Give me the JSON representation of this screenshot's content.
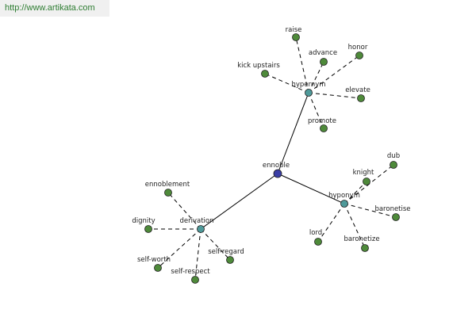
{
  "banner": {
    "url_text": "http://www.artikata.com"
  },
  "colors": {
    "center_node": "#3a3ea6",
    "hub_node": "#4f9a9a",
    "leaf_node": "#4e8a3a",
    "edge": "#000000"
  },
  "graph": {
    "center": {
      "id": "ennoble",
      "label": "ennoble"
    },
    "hubs": [
      {
        "id": "hypernym",
        "label": "hypernym"
      },
      {
        "id": "hyponym",
        "label": "hyponym"
      },
      {
        "id": "derivation",
        "label": "derivation"
      }
    ],
    "leaves": [
      {
        "id": "raise",
        "label": "raise",
        "hub": "hypernym"
      },
      {
        "id": "advance",
        "label": "advance",
        "hub": "hypernym"
      },
      {
        "id": "honor",
        "label": "honor",
        "hub": "hypernym"
      },
      {
        "id": "kick-upstairs",
        "label": "kick upstairs",
        "hub": "hypernym"
      },
      {
        "id": "elevate",
        "label": "elevate",
        "hub": "hypernym"
      },
      {
        "id": "promote",
        "label": "promote",
        "hub": "hypernym"
      },
      {
        "id": "dub",
        "label": "dub",
        "hub": "hyponym"
      },
      {
        "id": "knight",
        "label": "knight",
        "hub": "hyponym"
      },
      {
        "id": "baronetise",
        "label": "baronetise",
        "hub": "hyponym"
      },
      {
        "id": "lord",
        "label": "lord",
        "hub": "hyponym"
      },
      {
        "id": "baronetize",
        "label": "baronetize",
        "hub": "hyponym"
      },
      {
        "id": "ennoblement",
        "label": "ennoblement",
        "hub": "derivation"
      },
      {
        "id": "dignity",
        "label": "dignity",
        "hub": "derivation"
      },
      {
        "id": "self-worth",
        "label": "self-worth",
        "hub": "derivation"
      },
      {
        "id": "self-regard",
        "label": "self-regard",
        "hub": "derivation"
      },
      {
        "id": "self-respect",
        "label": "self-respect",
        "hub": "derivation"
      }
    ]
  }
}
